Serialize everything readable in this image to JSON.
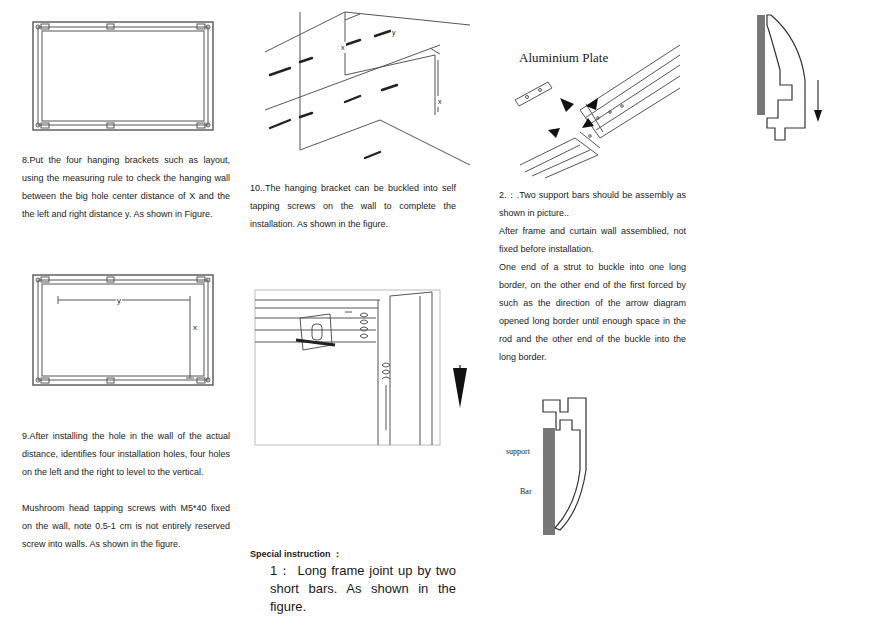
{
  "diagram": {
    "labels": [
      "8.Put the four hanging brackets such as layout, using the measuring rule to check the hanging wall between the big hole center distance of X and the the left and right distance y. As shown in Figure.",
      "9.After installing the hole in the wall of the actual distance, identifies four installation holes, four holes on the left and the right to level to the vertical.",
      "Mushroom head tapping screws with M5*40 fixed on the wall, note 0.5-1 cm is not entirely reserved screw into walls. As shown in the figure.",
      "10..The hanging bracket can be buckled into self tapping screws on the wall to complete the installation. As shown in the figure.",
      "Special instruction ：",
      "1：  Long frame joint up by two short bars. As shown in the figure.",
      "Aluminium Plate",
      "2.：.Two support bars should be assembly as shown in picture..",
      "After frame and curtain wall assemblied, not fixed before installation.",
      "One end of a strut to buckle into one long border, on the other end of the first forced by such as the direction of the arrow diagram opened long border until enough space in the rod and the other end of the buckle into the long border.",
      "support",
      "Bar",
      "y",
      "x",
      "y",
      "x",
      "x"
    ]
  }
}
